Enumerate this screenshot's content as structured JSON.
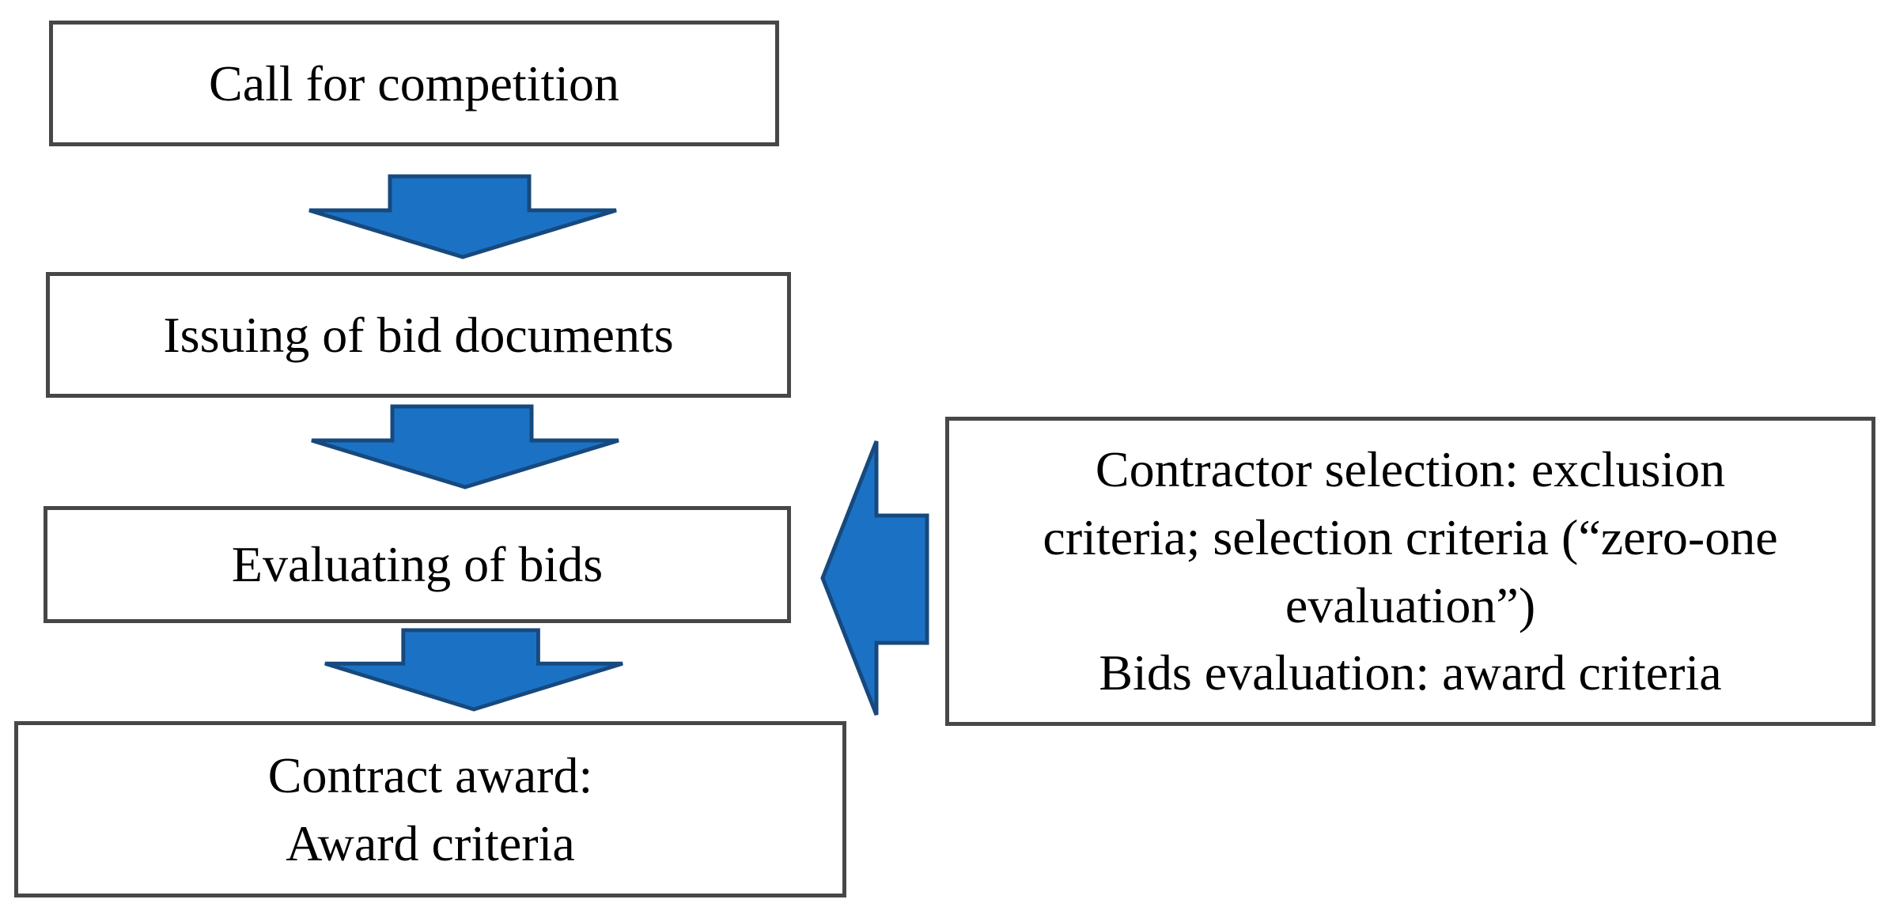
{
  "figure": {
    "type": "flowchart",
    "background": "#ffffff"
  },
  "colors": {
    "arrow-fill": "#1b72c4",
    "arrow-stroke": "#17497e",
    "box-border": "#474747",
    "box-fill": "#ffffff",
    "text-color": "#000000",
    "page-bg": "#ffffff"
  },
  "flowchart": {
    "steps": [
      {
        "label": "Call for competition"
      },
      {
        "label": "Issuing of bid documents"
      },
      {
        "label": "Evaluating of bids"
      },
      {
        "label": "Contract award:\nAward criteria"
      }
    ],
    "annotation": {
      "label": "Contractor selection: exclusion\ncriteria; selection criteria (“zero-one\nevaluation”)\nBids evaluation: award criteria",
      "points_to": "Evaluating of bids"
    },
    "connectors": [
      {
        "type": "down-arrow",
        "from": "Call for competition",
        "to": "Issuing of bid documents"
      },
      {
        "type": "down-arrow",
        "from": "Issuing of bid documents",
        "to": "Evaluating of bids"
      },
      {
        "type": "down-arrow",
        "from": "Evaluating of bids",
        "to": "Contract award: Award criteria"
      },
      {
        "type": "left-arrow",
        "from": "annotation-box",
        "to": "Evaluating of bids"
      }
    ]
  }
}
